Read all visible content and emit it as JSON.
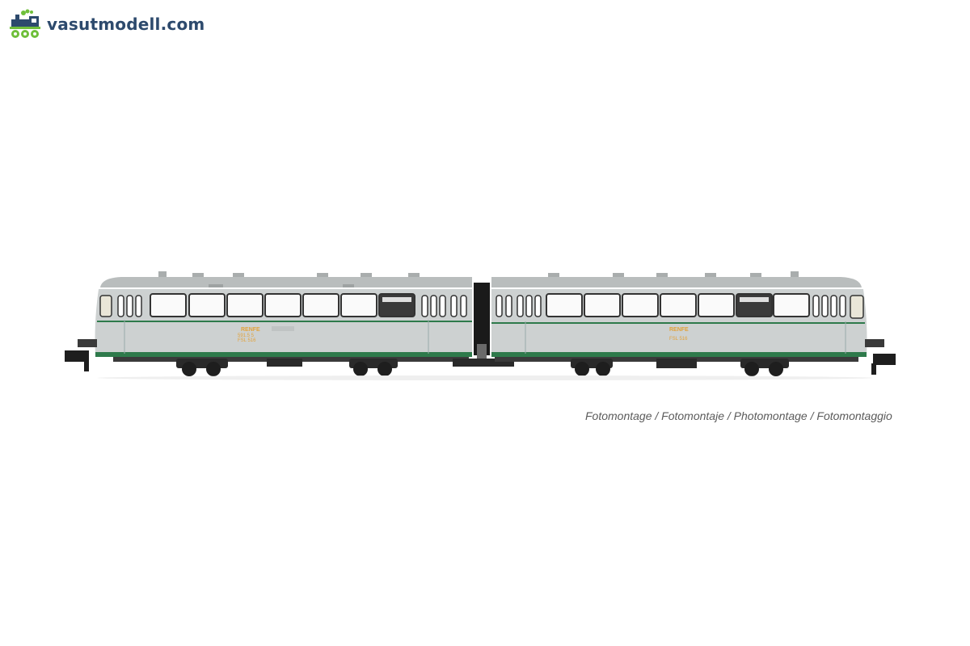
{
  "brand": {
    "site_name": "vasutmodell.com",
    "logo_icon": "locomotive-icon",
    "logo_color": "#6fbf3a",
    "text_color": "#2d4a6d"
  },
  "photo": {
    "subject_icon": "railcar-icon",
    "car_livery": {
      "body": "#c9cdcd",
      "roof": "#b9bdbd",
      "stripe": "#2e7a4b"
    },
    "lettering_car_1": [
      "RENFE",
      "591.5 5",
      "FSL 516"
    ],
    "lettering_car_2": [
      "RENFE",
      "FSL 516"
    ]
  },
  "caption": "Fotomontage / Fotomontaje / Photomontage / Fotomontaggio"
}
